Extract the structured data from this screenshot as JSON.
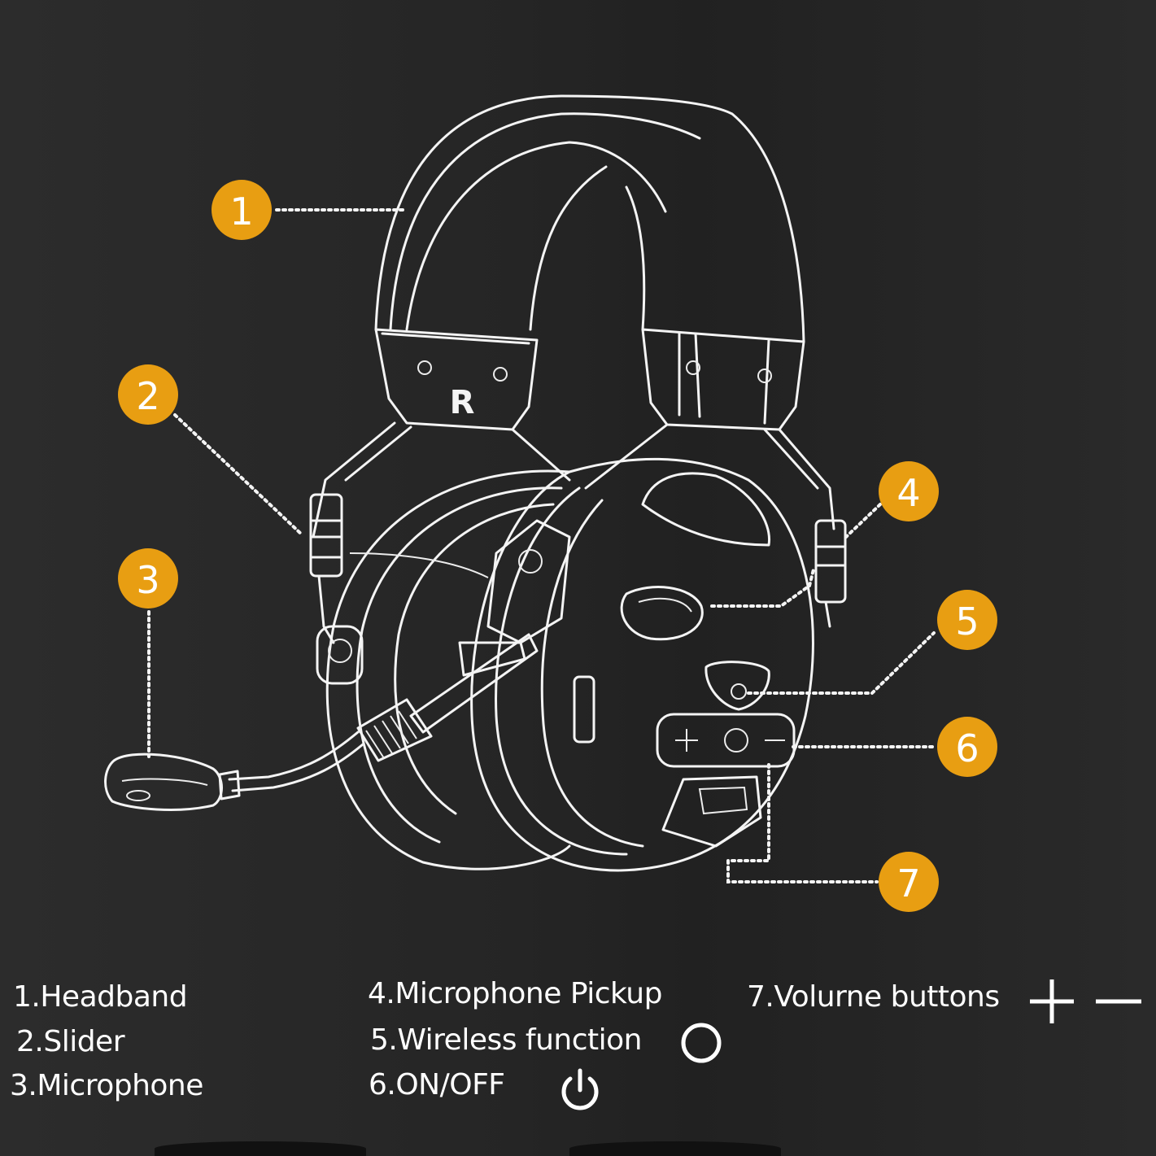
{
  "headset": {
    "earcup_letter": "R"
  },
  "badges": [
    {
      "num": "1"
    },
    {
      "num": "2"
    },
    {
      "num": "3"
    },
    {
      "num": "4"
    },
    {
      "num": "5"
    },
    {
      "num": "6"
    },
    {
      "num": "7"
    }
  ],
  "legend": {
    "items": [
      {
        "label": "1.Headband"
      },
      {
        "label": "2.Slider"
      },
      {
        "label": "3.Microphone"
      },
      {
        "label": "4.Microphone Pickup"
      },
      {
        "label": "5.Wireless function",
        "icon": "circle-outline-icon"
      },
      {
        "label": "6.ON/OFF",
        "icon": "power-icon"
      },
      {
        "label": "7.Volurne buttons",
        "icon": "plus-minus-icon"
      }
    ]
  },
  "colors": {
    "badge": "#e89e12",
    "lineart": "#f4f4f4",
    "background": "#262626"
  }
}
